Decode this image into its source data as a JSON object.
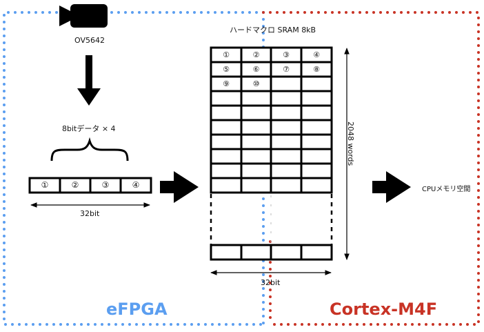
{
  "camera": {
    "icon": "camera-icon",
    "label": "OV5642"
  },
  "byte_label": "8bitデータ × 4",
  "word_cells": [
    "①",
    "②",
    "③",
    "④"
  ],
  "word_width_label": "32bit",
  "sram": {
    "title": "ハードマクロ SRAM 8kB",
    "cells": [
      [
        "①",
        "②",
        "③",
        "④"
      ],
      [
        "⑤",
        "⑥",
        "⑦",
        "⑧"
      ],
      [
        "⑨",
        "⑩",
        "",
        ""
      ]
    ],
    "depth_label": "2048 words",
    "width_label": "32bit"
  },
  "output_label": "CPUメモリ空間",
  "regions": [
    {
      "name": "efpga",
      "label": "eFPGA",
      "color": "#5b9ef0"
    },
    {
      "name": "cortex",
      "label": "Cortex-M4F",
      "color": "#c83325"
    }
  ]
}
